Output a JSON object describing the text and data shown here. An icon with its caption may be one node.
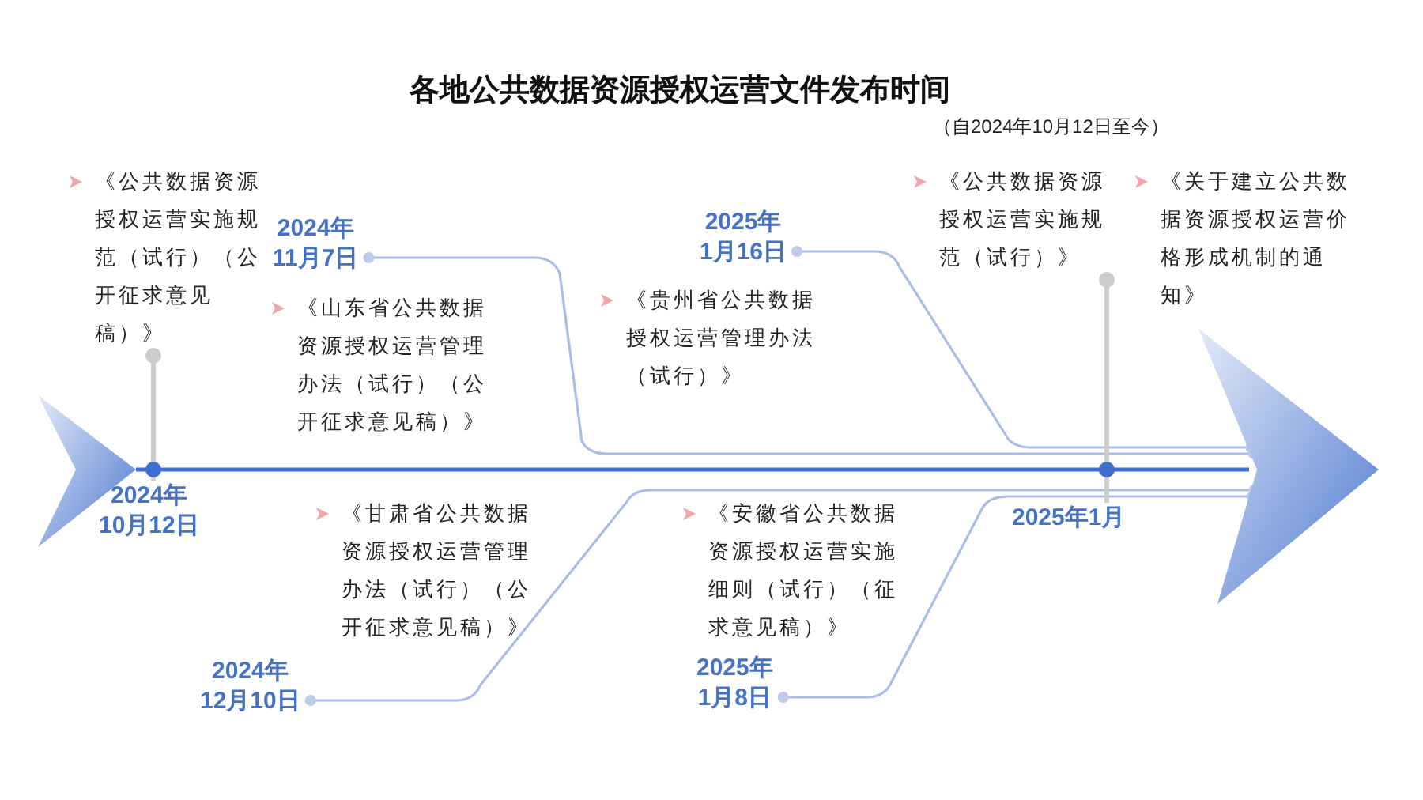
{
  "diagram": {
    "title": "各地公共数据资源授权运营文件发布时间",
    "nodes": [
      {
        "text": [
          "2024年10月12日"
        ]
      },
      {
        "text": [
          "《公共数据资源授权运营实施规范（试行）（公开征求意见稿）》"
        ]
      },
      {
        "text": [
          "2024年11月7日"
        ]
      },
      {
        "text": [
          "《山东省公共数据资源授权运营管理办法（试行）（公开征求意见稿）》"
        ]
      },
      {
        "text": [
          "2024年12月10日"
        ]
      },
      {
        "text": [
          "《甘肃省公共数据资源授权运营管理办法（试行）（公开征求意见稿）》"
        ]
      },
      {
        "text": [
          "2025年1月16日"
        ]
      },
      {
        "text": [
          "《贵州省公共数据授权运营管理办法（试行）》"
        ]
      },
      {
        "text": [
          "2025年1月8日"
        ]
      },
      {
        "text": [
          "《安徽省公共数据资源授权运营实施细则（试行）（征求意见稿）》"
        ]
      },
      {
        "text": [
          "2025年1月"
        ]
      },
      {
        "text": [
          "《公共数据资源授权运营实施规范（试行）》"
        ]
      },
      {
        "text": [
          "《关于建立公共数据资源授权运营价格形成机制的通知》"
        ]
      },
      {
        "text": [],
        "shape": "arrow"
      }
    ],
    "edges": [
      {
        "from": 2,
        "to": 13,
        "arrow": "other"
      },
      {
        "from": 6,
        "to": 13,
        "arrow": "other"
      },
      {
        "from": 4,
        "to": 13,
        "arrow": "other"
      },
      {
        "from": 8,
        "to": 13,
        "arrow": "other"
      },
      {
        "from": 1,
        "to": 0,
        "arrow": "other",
        "color": "#cccccc"
      },
      {
        "from": 11,
        "to": 10,
        "arrow": "other",
        "color": "#cccccc"
      }
    ],
    "labels": [
      "（自2024年10月12日至今）"
    ]
  }
}
